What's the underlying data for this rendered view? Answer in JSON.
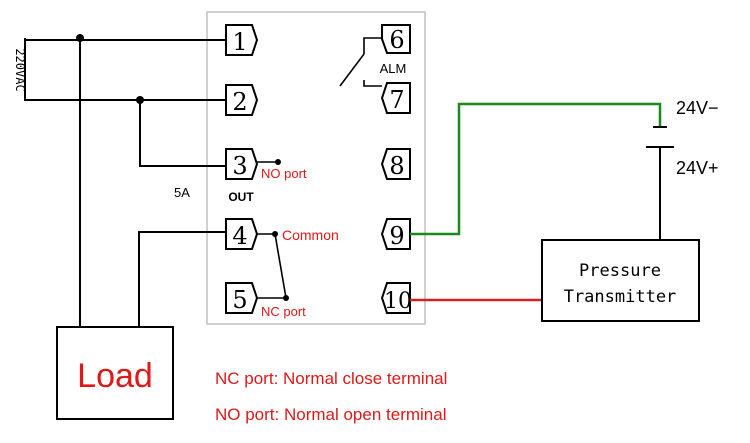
{
  "terminals": [
    "1",
    "2",
    "3",
    "4",
    "5",
    "6",
    "7",
    "8",
    "9",
    "10"
  ],
  "labels": {
    "supply": "220VAC",
    "alarm": "ALM",
    "out": "OUT",
    "current": "5A",
    "no_port": "NO port",
    "common": "Common",
    "nc_port": "NC port",
    "v_minus": "24V−",
    "v_plus": "24V+",
    "transmitter_line1": "Pressure",
    "transmitter_line2": "Transmitter",
    "load": "Load"
  },
  "legend": {
    "nc": "NC port: Normal close terminal",
    "no": "NO port: Normal open terminal"
  },
  "colors": {
    "wire": "#000000",
    "signal_green": "#1a8a1a",
    "signal_red": "#d42020",
    "annotation_red": "#e01818",
    "panel_border": "#b0b0b0"
  }
}
